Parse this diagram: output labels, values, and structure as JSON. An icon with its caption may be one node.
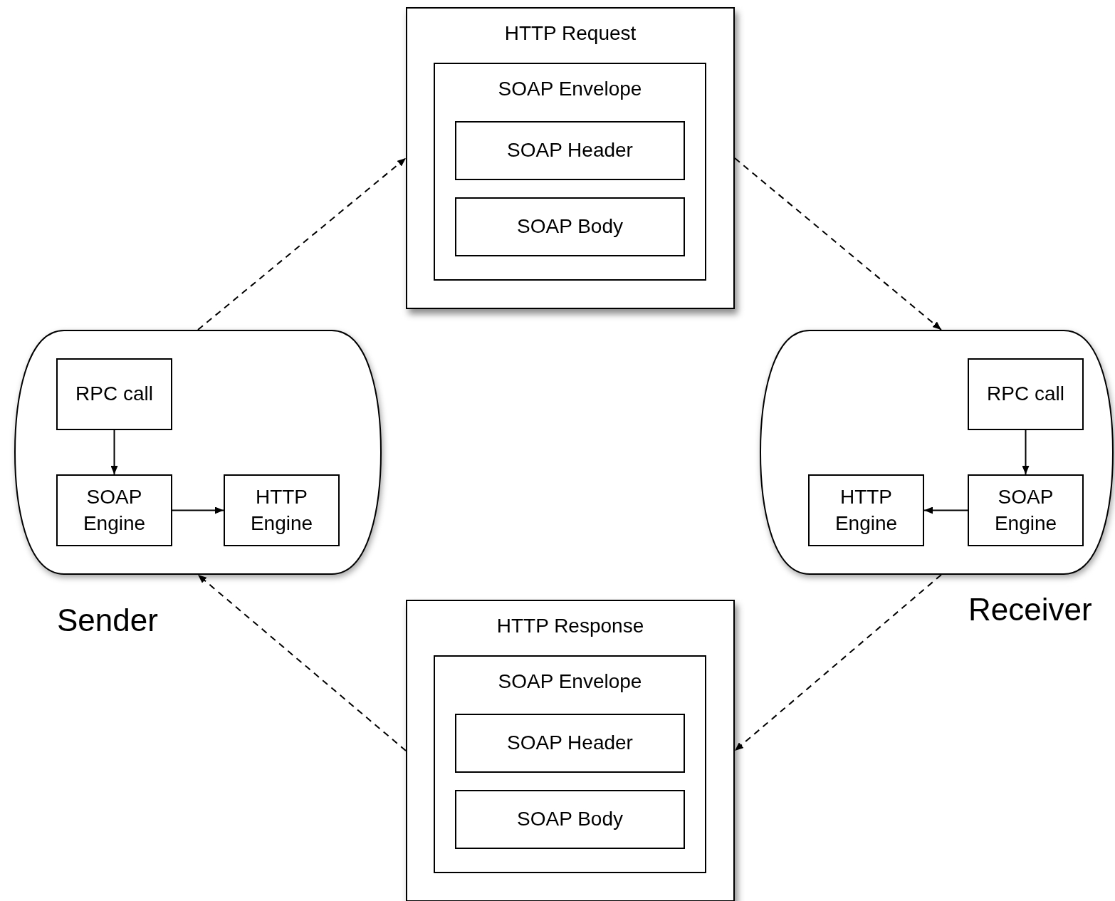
{
  "diagram": {
    "nodes": [
      {
        "text": [
          "HTTP Request"
        ]
      },
      {
        "text": [
          "SOAP Envelope"
        ],
        "in": 0
      },
      {
        "text": [
          "SOAP Header"
        ],
        "in": 1
      },
      {
        "text": [
          "SOAP Body"
        ],
        "in": 1
      },
      {
        "text": [
          "Sender"
        ]
      },
      {
        "text": [
          "RPC call"
        ],
        "in": 4
      },
      {
        "text": [
          "SOAP Engine"
        ],
        "in": 4
      },
      {
        "text": [
          "HTTP Engine"
        ],
        "in": 4
      },
      {
        "text": [
          "Receiver"
        ]
      },
      {
        "text": [
          "RPC call"
        ],
        "in": 8
      },
      {
        "text": [
          "HTTP Engine"
        ],
        "in": 8
      },
      {
        "text": [
          "SOAP Engine"
        ],
        "in": 8
      },
      {
        "text": [
          "HTTP Response"
        ]
      },
      {
        "text": [
          "SOAP Envelope"
        ],
        "in": 12
      },
      {
        "text": [
          "SOAP Header"
        ],
        "in": 13
      },
      {
        "text": [
          "SOAP Body"
        ],
        "in": 13
      }
    ],
    "edges": [
      {
        "from": 4,
        "to": 0,
        "arrow": "to",
        "style": "dashed"
      },
      {
        "from": 0,
        "to": 8,
        "arrow": "to",
        "style": "dashed"
      },
      {
        "from": 8,
        "to": 12,
        "arrow": "to",
        "style": "dashed"
      },
      {
        "from": 12,
        "to": 4,
        "arrow": "to",
        "style": "dashed"
      },
      {
        "from": 5,
        "to": 6,
        "arrow": "to"
      },
      {
        "from": 6,
        "to": 7,
        "arrow": "to"
      },
      {
        "from": 9,
        "to": 11,
        "arrow": "to"
      },
      {
        "from": 11,
        "to": 10,
        "arrow": "to"
      }
    ]
  }
}
